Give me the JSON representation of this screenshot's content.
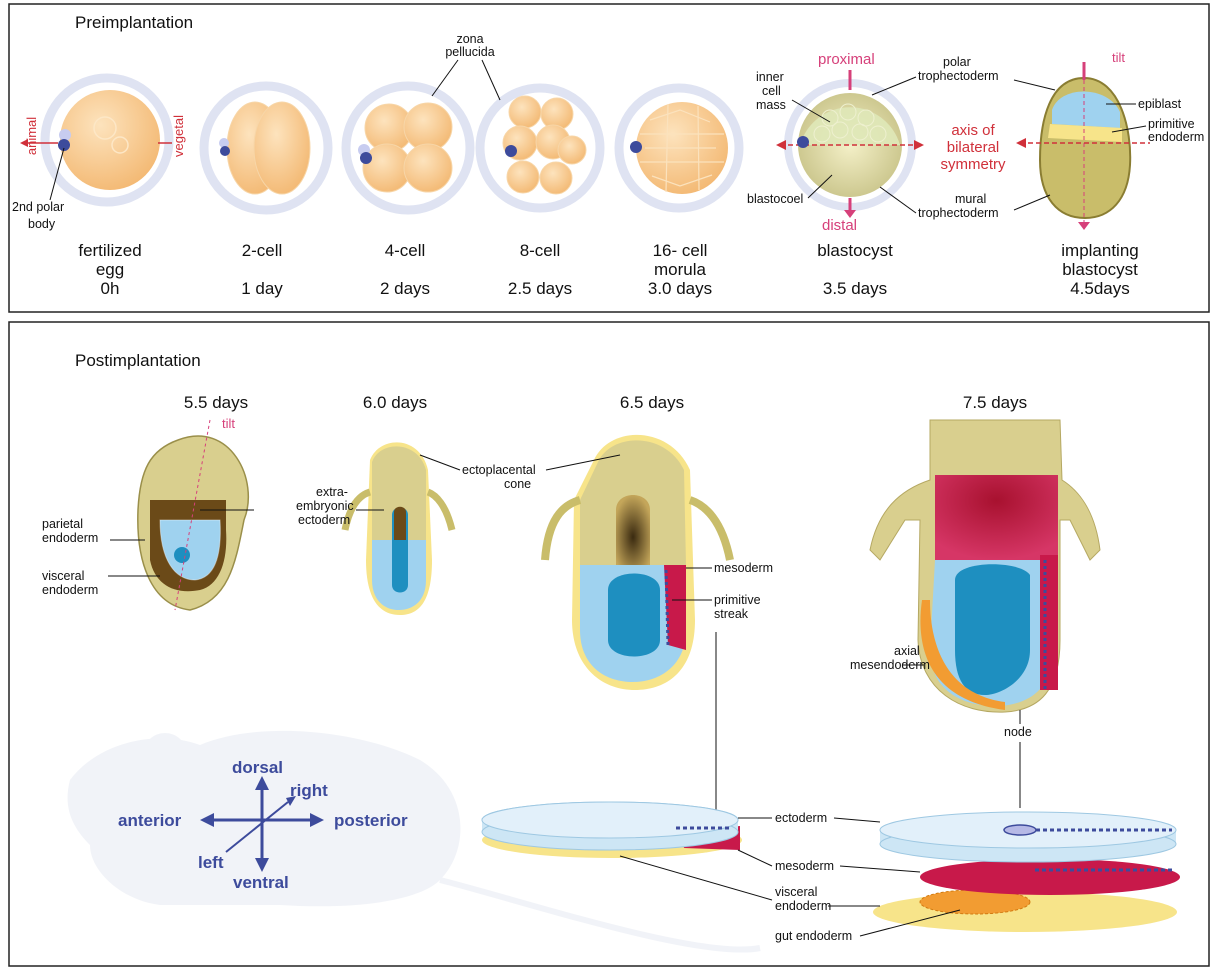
{
  "panels": {
    "pre_title": "Preimplantation",
    "post_title": "Postimplantation"
  },
  "stages_pre": [
    {
      "name": "fertilized\negg",
      "l1": "fertilized",
      "l2": "egg",
      "time": "0h"
    },
    {
      "l1": "2-cell",
      "l2": "",
      "time": "1 day"
    },
    {
      "l1": "4-cell",
      "l2": "",
      "time": "2 days"
    },
    {
      "l1": "8-cell",
      "l2": "",
      "time": "2.5 days"
    },
    {
      "l1": "16- cell",
      "l2": "morula",
      "time": "3.0 days"
    },
    {
      "l1": "blastocyst",
      "l2": "",
      "time": "3.5 days"
    },
    {
      "l1": "implanting",
      "l2": "blastocyst",
      "time": "4.5days"
    }
  ],
  "labels_pre": {
    "zona": [
      "zona",
      "pellucida"
    ],
    "animal": "animal",
    "vegetal": "vegetal",
    "polar_body": [
      "2nd polar",
      "body"
    ],
    "proximal": "proximal",
    "distal": "distal",
    "icm": [
      "inner",
      "cell",
      "mass"
    ],
    "polar_troph": [
      "polar",
      "trophectoderm"
    ],
    "blastocoel": "blastocoel",
    "mural_troph": [
      "mural",
      "trophectoderm"
    ],
    "tilt": "tilt",
    "epiblast": "epiblast",
    "prim_endo": [
      "primitive",
      "endoderm"
    ],
    "axis": [
      "axis of",
      "bilateral",
      "symmetry"
    ]
  },
  "stages_post": [
    "5.5 days",
    "6.0 days",
    "6.5 days",
    "7.5 days"
  ],
  "labels_post": {
    "tilt": "tilt",
    "parietal": [
      "parietal",
      "endoderm"
    ],
    "visceral": [
      "visceral",
      "endoderm"
    ],
    "extra": [
      "extra-",
      "embryonic",
      "ectoderm"
    ],
    "ecto_cone": [
      "ectoplacental",
      "cone"
    ],
    "mesoderm": "mesoderm",
    "prim_streak": [
      "primitive",
      "streak"
    ],
    "axial": [
      "axial",
      "mesendoderm"
    ],
    "node": "node",
    "ectoderm": "ectoderm",
    "mesoderm2": "mesoderm",
    "visceral2": [
      "visceral",
      "endoderm"
    ],
    "gut": "gut endoderm"
  },
  "axes": {
    "dorsal": "dorsal",
    "ventral": "ventral",
    "anterior": "anterior",
    "posterior": "posterior",
    "left": "left",
    "right": "right"
  },
  "colors": {
    "cell": "#f6c98a",
    "zona": "#dfe3f2",
    "epiblast": "#3aa6cf",
    "mesoderm": "#c8194a",
    "endoderm": "#f7e48a",
    "extraembryonic": "#d9cf8e",
    "axis_label": "#3d4b9c"
  }
}
